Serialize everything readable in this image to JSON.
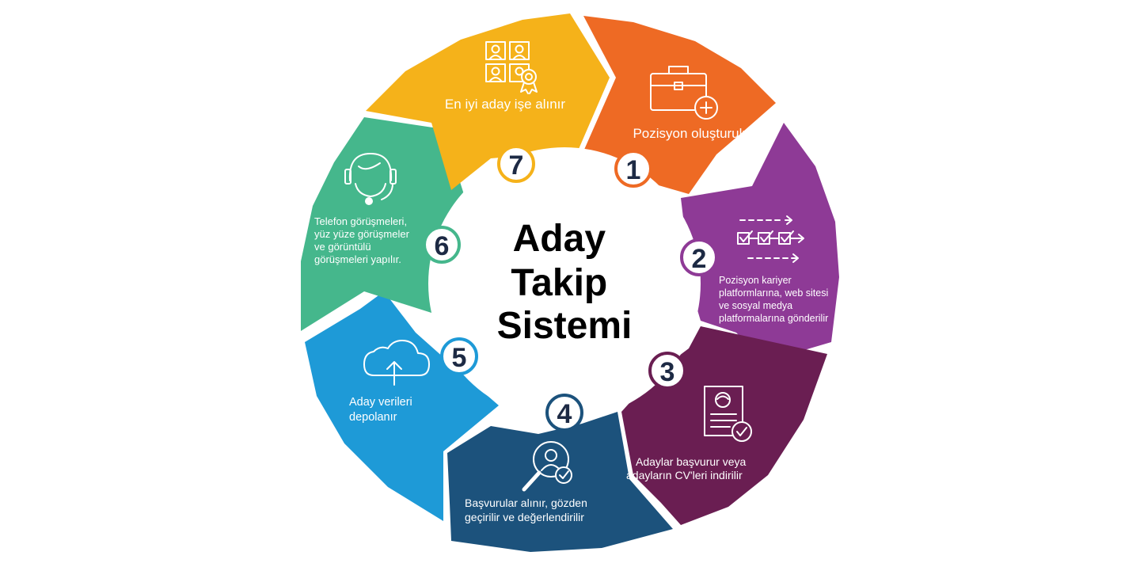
{
  "title_lines": [
    "Aday",
    "Takip",
    "Sistemi"
  ],
  "steps": [
    {
      "number": "1",
      "color": "#ee6a24",
      "icon": "briefcase-plus-icon",
      "lines": [
        "Pozisyon oluşturulur"
      ]
    },
    {
      "number": "2",
      "color": "#8e3a96",
      "icon": "workflow-checklist-icon",
      "lines": [
        "Pozisyon kariyer",
        "platformlarına, web sitesi",
        "ve sosyal medya",
        "platformalarına gönderilir"
      ]
    },
    {
      "number": "3",
      "color": "#6a1e52",
      "icon": "resume-check-icon",
      "lines": [
        "Adaylar başvurur veya",
        "adayların CV'leri indirilir"
      ]
    },
    {
      "number": "4",
      "color": "#1c527c",
      "icon": "user-search-icon",
      "lines": [
        "Başvurular alınır, gözden",
        "geçirilir ve değerlendirilir"
      ]
    },
    {
      "number": "5",
      "color": "#1e9ad7",
      "icon": "cloud-upload-icon",
      "lines": [
        "Aday verileri",
        "depolanır"
      ]
    },
    {
      "number": "6",
      "color": "#45b78c",
      "icon": "headset-icon",
      "lines": [
        "Telefon görüşmeleri,",
        "yüz yüze görüşmeler",
        "ve görüntülü",
        "görüşmeleri yapılır."
      ]
    },
    {
      "number": "7",
      "color": "#f5b21a",
      "icon": "candidates-award-icon",
      "lines": [
        "En iyi aday işe alınır"
      ]
    }
  ]
}
